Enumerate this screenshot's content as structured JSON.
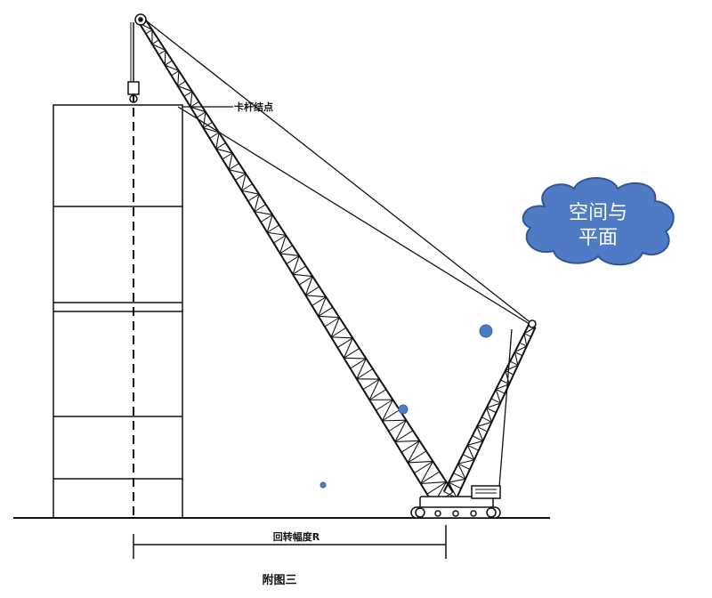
{
  "labels": {
    "tip_point": "卡杆结点",
    "radius": "回转幅度R",
    "caption": "附图三"
  },
  "cloud": {
    "line1": "空间与",
    "line2": "平面",
    "fill": "#4f7bc4",
    "stroke": "#2f5597"
  },
  "dot_color": "#4f7bc4",
  "line_color": "#111111"
}
